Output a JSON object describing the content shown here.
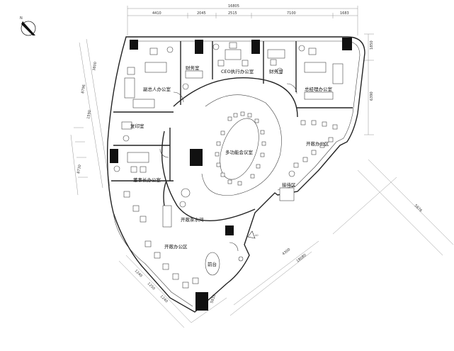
{
  "north_arrow": {
    "label": "N"
  },
  "top_dimensions": {
    "overall": "16805",
    "segments": [
      "4410",
      "2045",
      "2515",
      "7100",
      "1683"
    ]
  },
  "left_dimensions": [
    "3800",
    "8796",
    "1590",
    "8730"
  ],
  "right_dimensions": [
    "1850",
    "6390"
  ],
  "bottom_dimensions": [
    "1240",
    "1250",
    "1240",
    "5810",
    "4300",
    "18080"
  ],
  "diagonal_dimensions": [
    "5876"
  ],
  "rooms": {
    "assistant_office": "副总人办公室",
    "finance_room": "财务室",
    "ceo_office": "CEO执行办公室",
    "accounting_room": "财务室",
    "gm_office": "总经理办公室",
    "copy_room": "复印室",
    "conference_room": "多功能会议室",
    "open_office_right": "开敞办公区",
    "chairman_office": "董事长办公室",
    "pantry": "开敞茶水间",
    "open_office_left": "开敞办公区",
    "reception": "接待区",
    "front_desk": "前台"
  },
  "door_marker": "A0"
}
